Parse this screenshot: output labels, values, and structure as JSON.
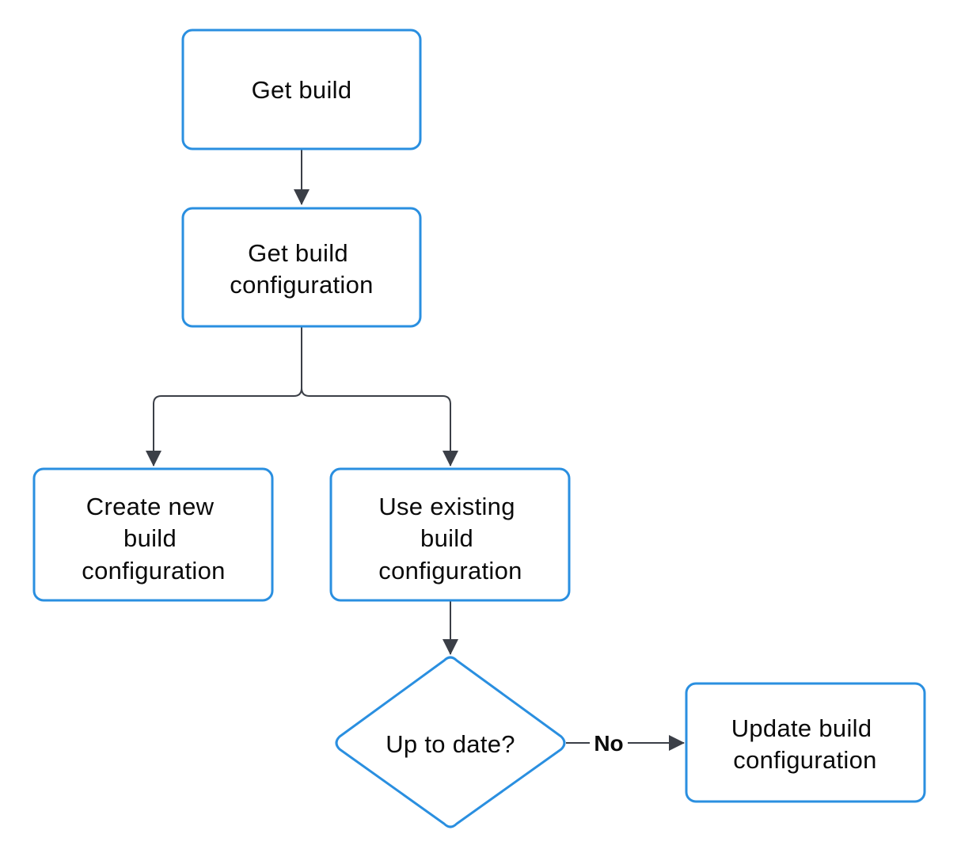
{
  "colors": {
    "node_border": "#2a8fe0",
    "connector": "#3b3f47",
    "text": "#0a0a0a",
    "background": "#ffffff"
  },
  "nodes": {
    "get_build": {
      "lines": [
        "Get build"
      ]
    },
    "get_build_configuration": {
      "lines": [
        "Get build",
        "configuration"
      ]
    },
    "create_new_build_configuration": {
      "lines": [
        "Create new",
        "build",
        "configuration"
      ]
    },
    "use_existing_build_configuration": {
      "lines": [
        "Use existing",
        "build",
        "configuration"
      ]
    },
    "up_to_date": {
      "lines": [
        "Up to date?"
      ]
    },
    "update_build_configuration": {
      "lines": [
        "Update build",
        "configuration"
      ]
    }
  },
  "edges": {
    "no_label": "No"
  }
}
